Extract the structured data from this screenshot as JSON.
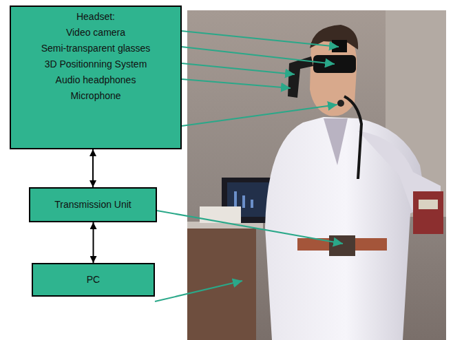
{
  "diagram": {
    "nodes": [
      {
        "text": [
          "Headset:",
          "Video camera",
          "Semi-transparent glasses",
          "3D Positionning System",
          "Audio headphones",
          "Microphone"
        ]
      },
      {
        "text": [
          "Transmission Unit"
        ]
      },
      {
        "text": [
          "PC"
        ]
      }
    ],
    "edges": [
      {
        "from": 0,
        "to": 1,
        "arrow": "both"
      },
      {
        "from": 1,
        "to": 2,
        "arrow": "both"
      }
    ]
  }
}
